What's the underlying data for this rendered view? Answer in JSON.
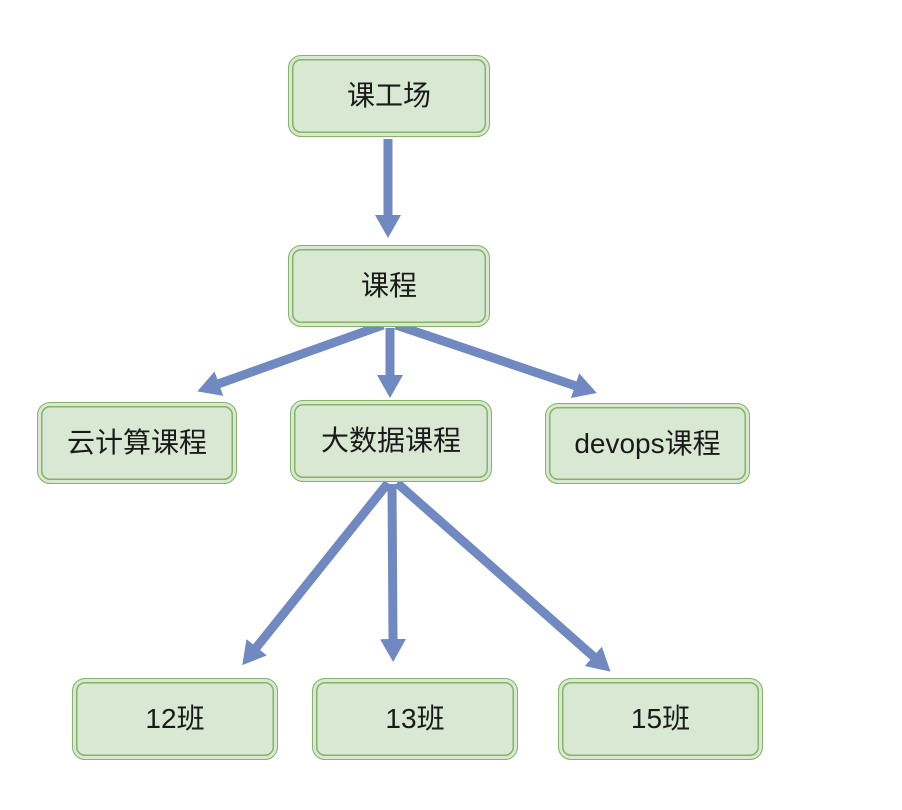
{
  "diagram": {
    "type": "flowchart",
    "colors": {
      "background": "#ffffff",
      "node_fill": "#d9e8d2",
      "node_border": "#85b368",
      "arrow": "#7189c1",
      "text": "#1a1a1a"
    },
    "nodes": [
      {
        "id": "kegongchang",
        "label": "课工场",
        "level": 1
      },
      {
        "id": "kecheng",
        "label": "课程",
        "level": 2
      },
      {
        "id": "yunjisuan",
        "label": "云计算课程",
        "level": 3
      },
      {
        "id": "dashuju",
        "label": "大数据课程",
        "level": 3
      },
      {
        "id": "devops",
        "label": "devops课程",
        "level": 3
      },
      {
        "id": "class12",
        "label": "12班",
        "level": 4
      },
      {
        "id": "class13",
        "label": "13班",
        "level": 4
      },
      {
        "id": "class15",
        "label": "15班",
        "level": 4
      }
    ],
    "edges": [
      {
        "from": "课工场",
        "to": "课程"
      },
      {
        "from": "课程",
        "to": "云计算课程"
      },
      {
        "from": "课程",
        "to": "大数据课程"
      },
      {
        "from": "课程",
        "to": "devops课程"
      },
      {
        "from": "大数据课程",
        "to": "12班"
      },
      {
        "from": "大数据课程",
        "to": "13班"
      },
      {
        "from": "大数据课程",
        "to": "15班"
      }
    ]
  }
}
